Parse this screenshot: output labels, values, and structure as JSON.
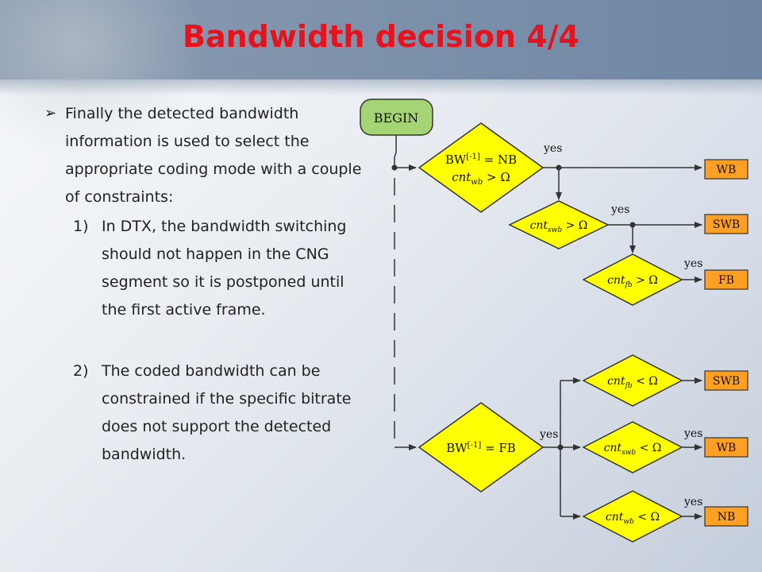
{
  "slide": {
    "title": "Bandwidth decision 4/4",
    "bullet": "Finally the detected bandwidth information is used to select the appropriate coding mode with a couple of constraints:",
    "items": [
      {
        "num": "1)",
        "text": "In DTX, the bandwidth switching should not happen in the CNG segment so it is postponed until the first active frame."
      },
      {
        "num": "2)",
        "text": "The coded bandwidth can be constrained if the specific bitrate does not support the detected bandwidth."
      }
    ]
  },
  "diagram": {
    "begin": "BEGIN",
    "yes": "yes",
    "decisions": {
      "d1_line1": "BW",
      "d1_sup": "[-1]",
      "d1_eq": " = NB",
      "d1_line2_var": "cnt",
      "d1_line2_sub": "wb",
      "d1_line2_op": " > Ω",
      "d2_var": "cnt",
      "d2_sub": "swb",
      "d2_op": " > Ω",
      "d3_var": "cnt",
      "d3_sub": "fb",
      "d3_op": " > Ω",
      "d4_line1": "BW",
      "d4_sup": "[-1]",
      "d4_eq": " = FB",
      "d5_var": "cnt",
      "d5_sub": "fb",
      "d5_op": " < Ω",
      "d6_var": "cnt",
      "d6_sub": "swb",
      "d6_op": " < Ω",
      "d7_var": "cnt",
      "d7_sub": "wb",
      "d7_op": " < Ω"
    },
    "outputs": {
      "o1": "WB",
      "o2": "SWB",
      "o3": "FB",
      "o4": "SWB",
      "o5": "WB",
      "o6": "NB"
    },
    "colors": {
      "begin_fill": "#a4d474",
      "decision_fill": "#ffff00",
      "output_fill": "#ffa024",
      "stroke": "#333333",
      "title": "#e8121d"
    }
  }
}
